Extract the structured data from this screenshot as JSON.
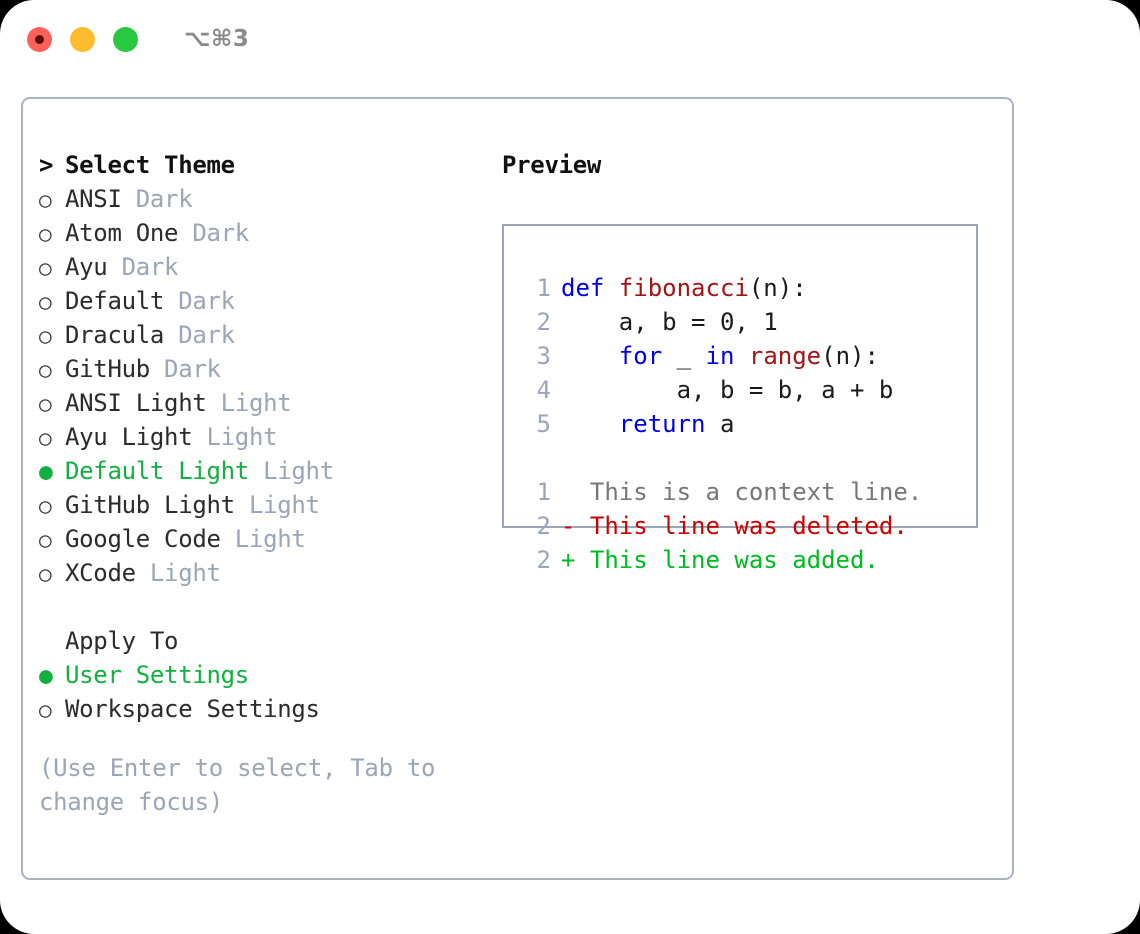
{
  "titlebar": {
    "shortcut": "⌥⌘3",
    "buttons": [
      {
        "name": "close",
        "color": "#ff6058"
      },
      {
        "name": "minimize",
        "color": "#ffbd2e"
      },
      {
        "name": "maximize",
        "color": "#28c840"
      }
    ]
  },
  "theme_panel": {
    "heading_marker": ">",
    "heading": "Select Theme",
    "marker_selected": "●",
    "marker_unselected": "○",
    "items": [
      {
        "label": "ANSI",
        "tag": "Dark",
        "selected": false
      },
      {
        "label": "Atom One",
        "tag": "Dark",
        "selected": false
      },
      {
        "label": "Ayu",
        "tag": "Dark",
        "selected": false
      },
      {
        "label": "Default",
        "tag": "Dark",
        "selected": false
      },
      {
        "label": "Dracula",
        "tag": "Dark",
        "selected": false
      },
      {
        "label": "GitHub",
        "tag": "Dark",
        "selected": false
      },
      {
        "label": "ANSI Light",
        "tag": "Light",
        "selected": false
      },
      {
        "label": "Ayu Light",
        "tag": "Light",
        "selected": false
      },
      {
        "label": "Default Light",
        "tag": "Light",
        "selected": true
      },
      {
        "label": "GitHub Light",
        "tag": "Light",
        "selected": false
      },
      {
        "label": "Google Code",
        "tag": "Light",
        "selected": false
      },
      {
        "label": "XCode",
        "tag": "Light",
        "selected": false
      }
    ]
  },
  "apply_to": {
    "heading": "Apply To",
    "items": [
      {
        "label": "User Settings",
        "selected": true
      },
      {
        "label": "Workspace Settings",
        "selected": false
      }
    ]
  },
  "hint": "(Use Enter to select, Tab to change focus)",
  "preview": {
    "title": "Preview",
    "code_lines": [
      {
        "num": "1",
        "tokens": [
          {
            "t": "def ",
            "c": "kw"
          },
          {
            "t": "fibonacci",
            "c": "fn"
          },
          {
            "t": "(n):",
            "c": "plain"
          }
        ]
      },
      {
        "num": "2",
        "tokens": [
          {
            "t": "    a, b = 0, 1",
            "c": "plain"
          }
        ]
      },
      {
        "num": "3",
        "tokens": [
          {
            "t": "    ",
            "c": "plain"
          },
          {
            "t": "for",
            "c": "kw"
          },
          {
            "t": " _ ",
            "c": "plain"
          },
          {
            "t": "in",
            "c": "kw"
          },
          {
            "t": " ",
            "c": "plain"
          },
          {
            "t": "range",
            "c": "fn"
          },
          {
            "t": "(n):",
            "c": "plain"
          }
        ]
      },
      {
        "num": "4",
        "tokens": [
          {
            "t": "        a, b = b, a + b",
            "c": "plain"
          }
        ]
      },
      {
        "num": "5",
        "tokens": [
          {
            "t": "    ",
            "c": "plain"
          },
          {
            "t": "return",
            "c": "kw"
          },
          {
            "t": " a",
            "c": "plain"
          }
        ]
      }
    ],
    "diff_lines": [
      {
        "num": "1",
        "text": "  This is a context line.",
        "c": "ctx"
      },
      {
        "num": "2",
        "text": "- This line was deleted.",
        "c": "del"
      },
      {
        "num": "2",
        "text": "+ This line was added.",
        "c": "add"
      }
    ]
  },
  "colors": {
    "accent_green": "#12b040",
    "muted": "#9aa5b5",
    "keyword": "#0000e6",
    "function": "#a11515",
    "diff_deleted": "#cc0000",
    "diff_added": "#00bb22",
    "border": "#aab3c0"
  }
}
